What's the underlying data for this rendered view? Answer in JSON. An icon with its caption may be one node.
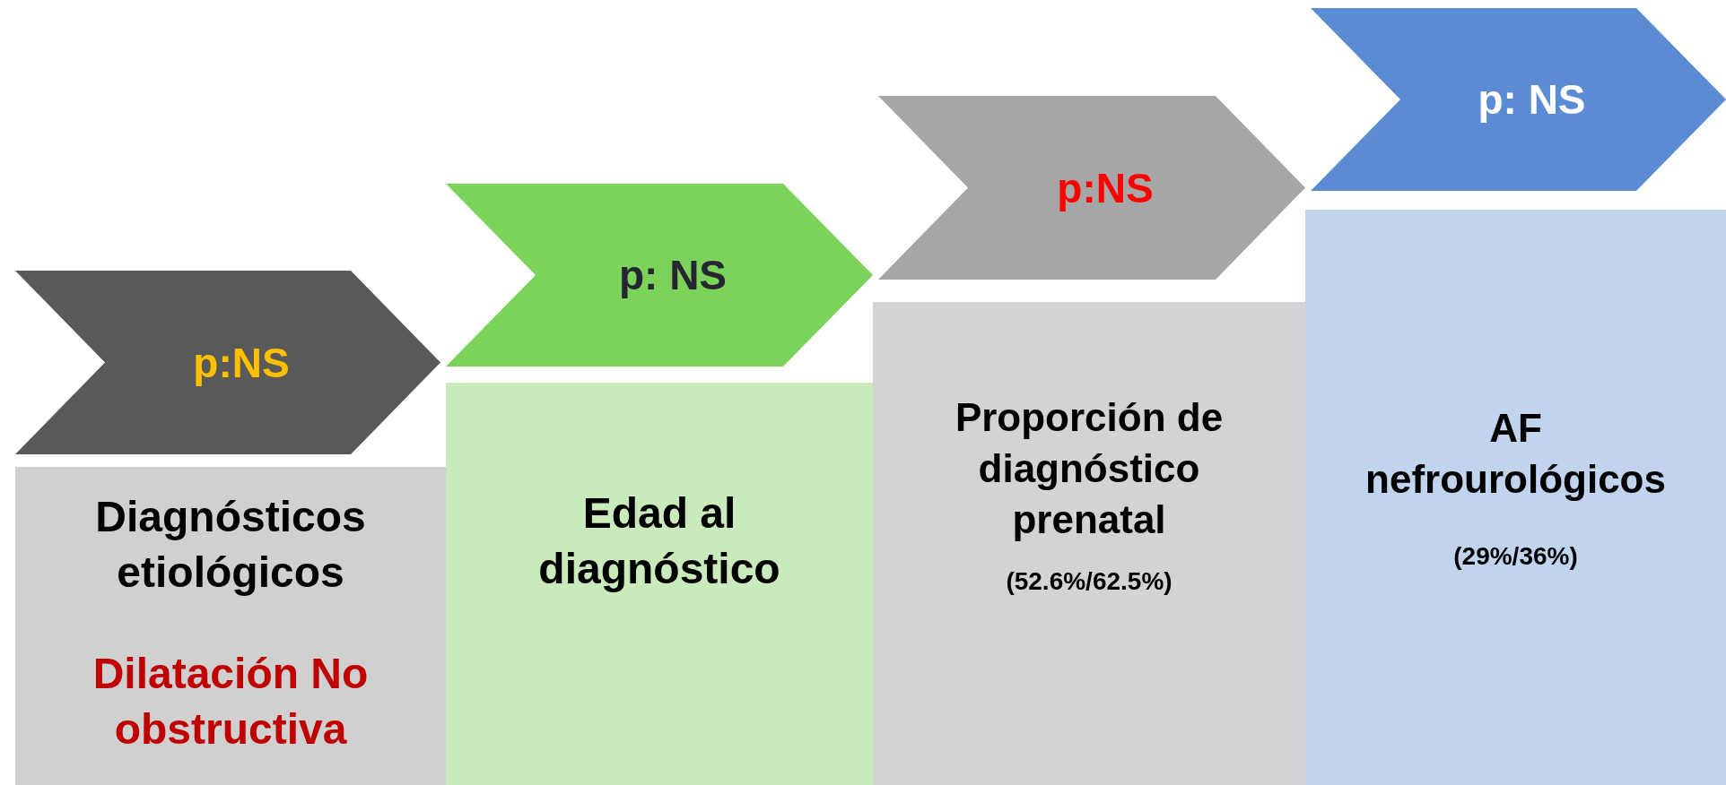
{
  "diagram": {
    "nodes": [
      {
        "text": [
          "p:NS"
        ]
      },
      {
        "text": [
          "Diagnósticos etiológicos",
          "Dilatación No obstructiva"
        ]
      },
      {
        "text": [
          "p: NS"
        ]
      },
      {
        "text": [
          "Edad al diagnóstico"
        ]
      },
      {
        "text": [
          "p:NS"
        ]
      },
      {
        "text": [
          "Proporción de diagnóstico prenatal",
          "(52.6%/62.5%)"
        ]
      },
      {
        "text": [
          "p: NS"
        ]
      },
      {
        "text": [
          "AF nefrourológicos",
          "(29%/36%)"
        ]
      }
    ]
  }
}
